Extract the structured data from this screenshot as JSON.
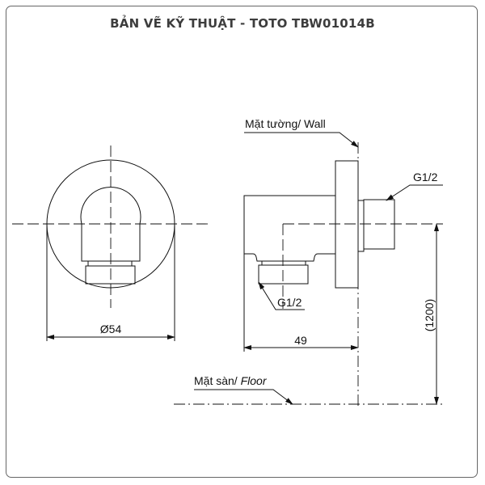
{
  "title": "BẢN VẼ KỸ THUẬT - TOTO TBW01014B",
  "front_view": {
    "diameter_label": "Ø54"
  },
  "side_view": {
    "wall_label": "Mặt tường/ Wall",
    "outlet_thread_label": "G1/2",
    "inlet_thread_label": "G1/2",
    "depth_label": "49",
    "height_label": "(1200)",
    "floor_label_prefix": "Mặt sàn/ ",
    "floor_label_suffix": "Floor"
  }
}
